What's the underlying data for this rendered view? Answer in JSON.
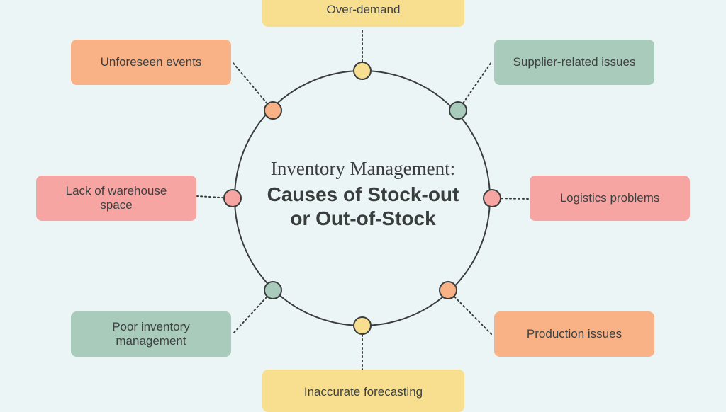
{
  "title_line1": "Inventory Management:",
  "title_line2": "Causes of Stock-out",
  "title_line3": "or Out-of-Stock",
  "colors": {
    "background": "#ecf5f5",
    "circle_stroke": "#3a3d3d",
    "yellow": "#f7df8f",
    "orange": "#f9b286",
    "green": "#a9cbbb",
    "pink": "#f7a5a3"
  },
  "causes": [
    {
      "label": "Over-demand",
      "color": "yellow"
    },
    {
      "label": "Supplier-related issues",
      "color": "green"
    },
    {
      "label": "Logistics  problems",
      "color": "pink"
    },
    {
      "label": "Production issues",
      "color": "orange"
    },
    {
      "label": "Inaccurate forecasting",
      "color": "yellow"
    },
    {
      "label": "Poor inventory management",
      "color": "green"
    },
    {
      "label": "Lack of warehouse space",
      "color": "pink"
    },
    {
      "label": "Unforeseen events",
      "color": "orange"
    }
  ]
}
